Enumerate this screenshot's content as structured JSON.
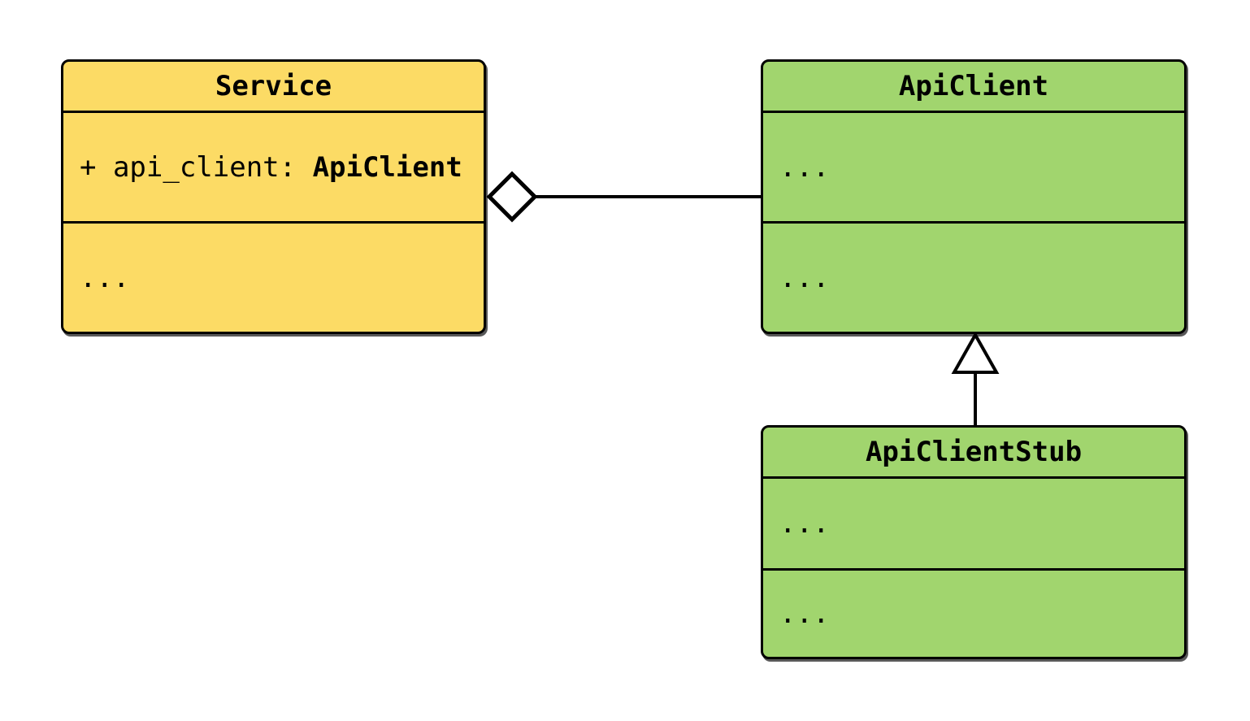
{
  "diagram": {
    "type": "uml-class-diagram",
    "colors": {
      "class_yellow_fill": "#FCDB65",
      "class_green_fill": "#A1D56E",
      "border": "#000000",
      "text": "#000000",
      "connector_line": "#000000",
      "marker_fill": "#FFFFFF",
      "background": "#FFFFFF"
    },
    "classes": {
      "service": {
        "name": "Service",
        "attribute_prefix": "+ api_client: ",
        "attribute_type": "ApiClient",
        "methods_placeholder": "..."
      },
      "api_client": {
        "name": "ApiClient",
        "attributes_placeholder": "...",
        "methods_placeholder": "..."
      },
      "api_client_stub": {
        "name": "ApiClientStub",
        "attributes_placeholder": "...",
        "methods_placeholder": "..."
      }
    },
    "relationships": [
      {
        "type": "aggregation",
        "from": "Service",
        "to": "ApiClient",
        "marker": "open-diamond"
      },
      {
        "type": "inheritance",
        "from": "ApiClientStub",
        "to": "ApiClient",
        "marker": "open-triangle"
      }
    ]
  }
}
